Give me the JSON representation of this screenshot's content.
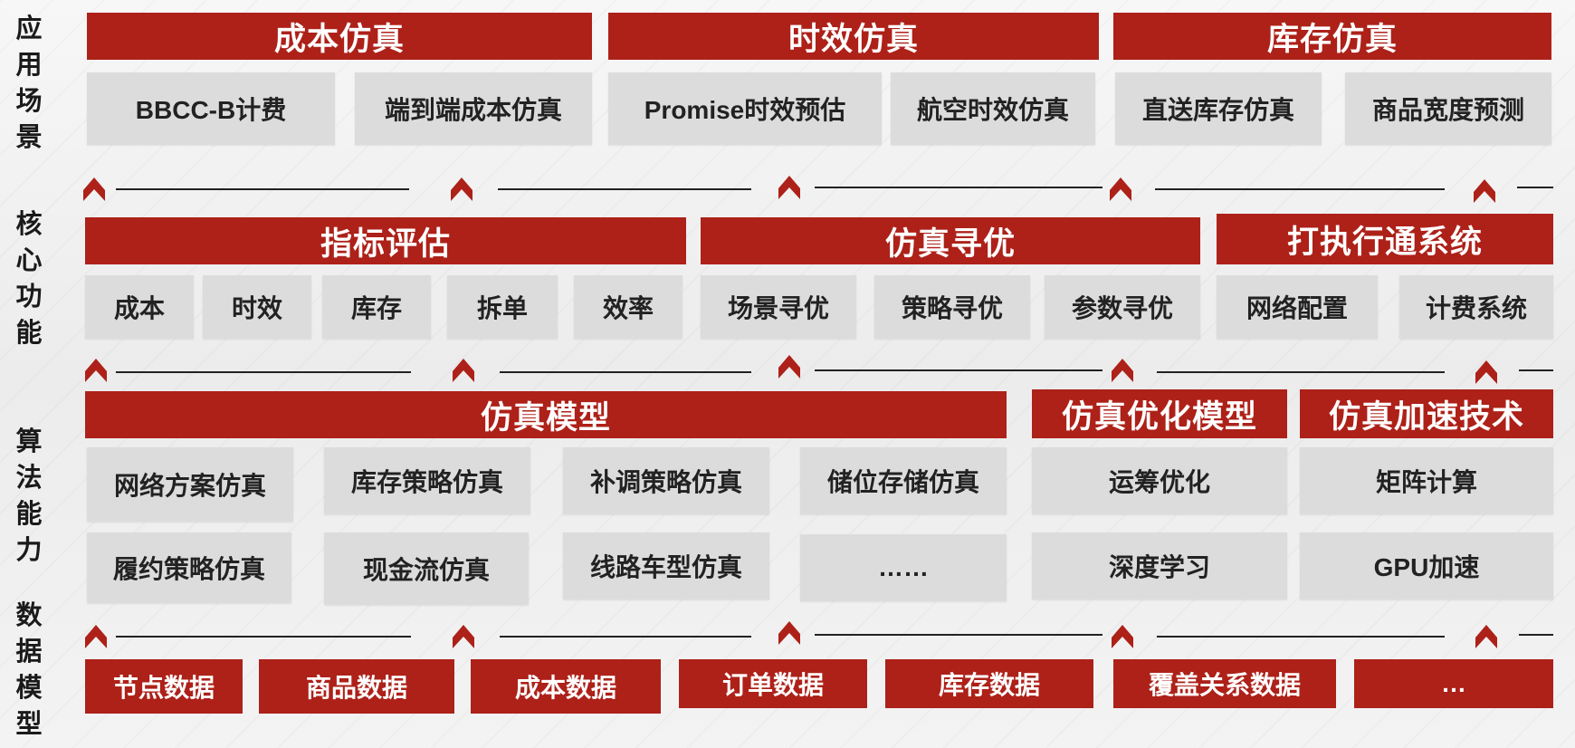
{
  "layers": [
    {
      "label_chars": [
        "应",
        "用",
        "场",
        "景"
      ],
      "headers": [
        "成本仿真",
        "时效仿真",
        "库存仿真"
      ],
      "items": [
        "BBCC-B计费",
        "端到端成本仿真",
        "Promise时效预估",
        "航空时效仿真",
        "直送库存仿真",
        "商品宽度预测"
      ]
    },
    {
      "label_chars": [
        "核",
        "心",
        "功",
        "能"
      ],
      "headers": [
        "指标评估",
        "仿真寻优",
        "打执行通系统"
      ],
      "items": [
        "成本",
        "时效",
        "库存",
        "拆单",
        "效率",
        "场景寻优",
        "策略寻优",
        "参数寻优",
        "网络配置",
        "计费系统"
      ]
    },
    {
      "label_chars": [
        "算",
        "法",
        "能",
        "力"
      ],
      "headers": [
        "仿真模型",
        "仿真优化模型",
        "仿真加速技术"
      ],
      "items": [
        "网络方案仿真",
        "库存策略仿真",
        "补调策略仿真",
        "储位存储仿真",
        "运筹优化",
        "矩阵计算",
        "履约策略仿真",
        "现金流仿真",
        "线路车型仿真",
        "……",
        "深度学习",
        "GPU加速"
      ]
    },
    {
      "label_chars": [
        "数",
        "据",
        "模",
        "型"
      ],
      "items": [
        "节点数据",
        "商品数据",
        "成本数据",
        "订单数据",
        "库存数据",
        "覆盖关系数据",
        "…"
      ]
    }
  ],
  "colors": {
    "accent": "#ad2119",
    "box": "#dcdcdc",
    "text": "#222222",
    "background": "#f4f4f4"
  }
}
